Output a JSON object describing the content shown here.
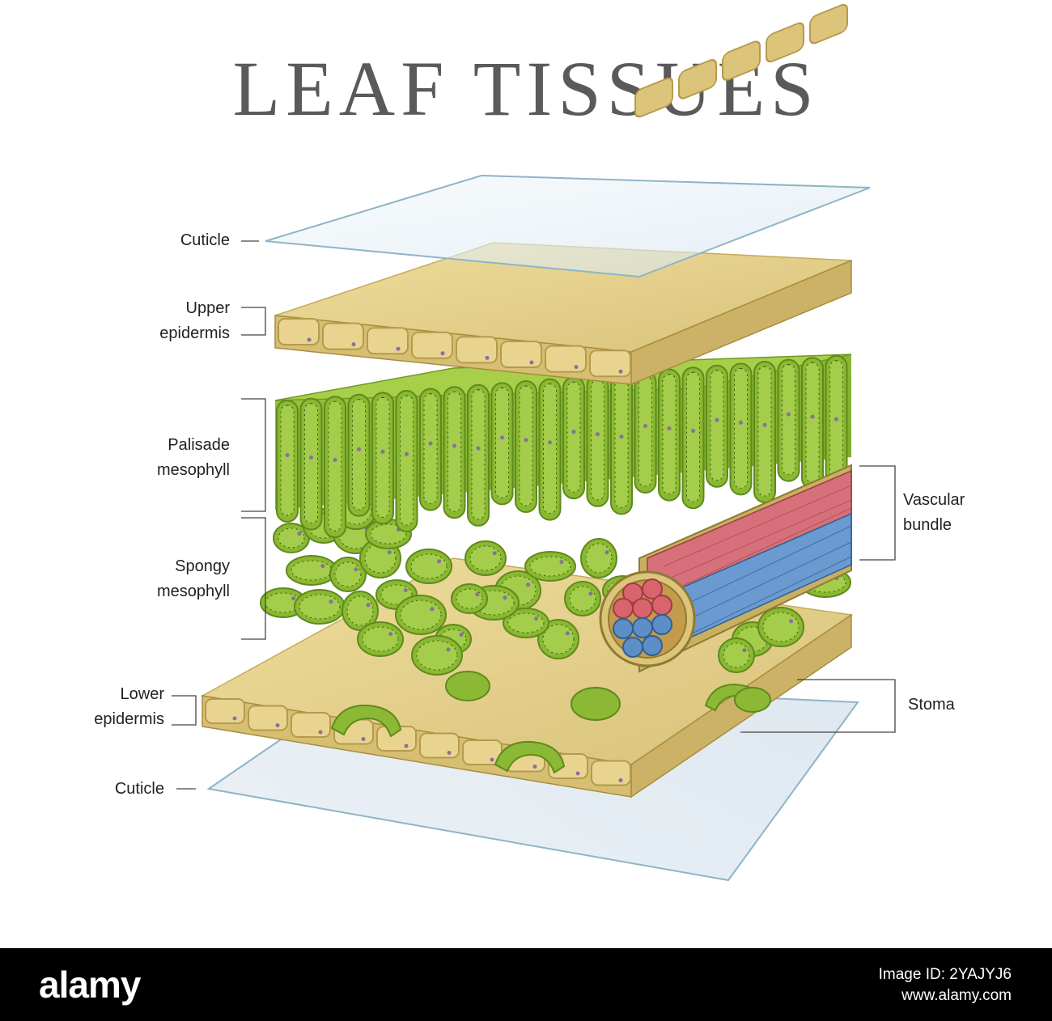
{
  "title": "LEAF TISSUES",
  "labels": {
    "cuticle_top": "Cuticle",
    "upper_epidermis": [
      "Upper",
      "epidermis"
    ],
    "palisade": [
      "Palisade",
      "mesophyll"
    ],
    "spongy": [
      "Spongy",
      "mesophyll"
    ],
    "lower_epidermis": [
      "Lower",
      "epidermis"
    ],
    "cuticle_bottom": "Cuticle",
    "vascular": [
      "Vascular",
      "bundle"
    ],
    "stoma": "Stoma"
  },
  "colors": {
    "epidermis": "#e3cf8a",
    "epidermis_edge": "#b59a4d",
    "mesophyll": "#8bb832",
    "mesophyll_dark": "#5f8a1c",
    "xylem": "#d9646d",
    "phloem": "#5d8fc6",
    "cuticle": "#e8f1f7"
  },
  "footer": {
    "logo": "alamy",
    "image_id_label": "Image ID: 2YAJYJ6",
    "site": "www.alamy.com"
  }
}
